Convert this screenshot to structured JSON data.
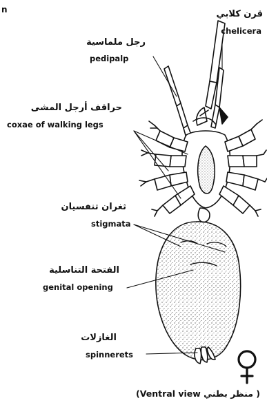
{
  "corner_mark": "n",
  "labels": {
    "chelicera": {
      "ar": "قرن كلابي",
      "en": "chelicera"
    },
    "pedipalp": {
      "ar": "رجل ملماسية",
      "en": "pedipalp"
    },
    "coxae": {
      "ar": "حراقف أرجل المشى",
      "en": "coxae of walking legs"
    },
    "stigmata": {
      "ar": "ثغران تنفسيان",
      "en": "stigmata"
    },
    "genital_opening": {
      "ar": "الفتحة التناسلية",
      "en": "genital opening"
    },
    "spinnerets": {
      "ar": "الغازلات",
      "en": "spinnerets"
    }
  },
  "female_symbol": "♀",
  "caption": "( منظر بطني Ventral view)",
  "colors": {
    "ink": "#111111",
    "background": "#ffffff"
  }
}
